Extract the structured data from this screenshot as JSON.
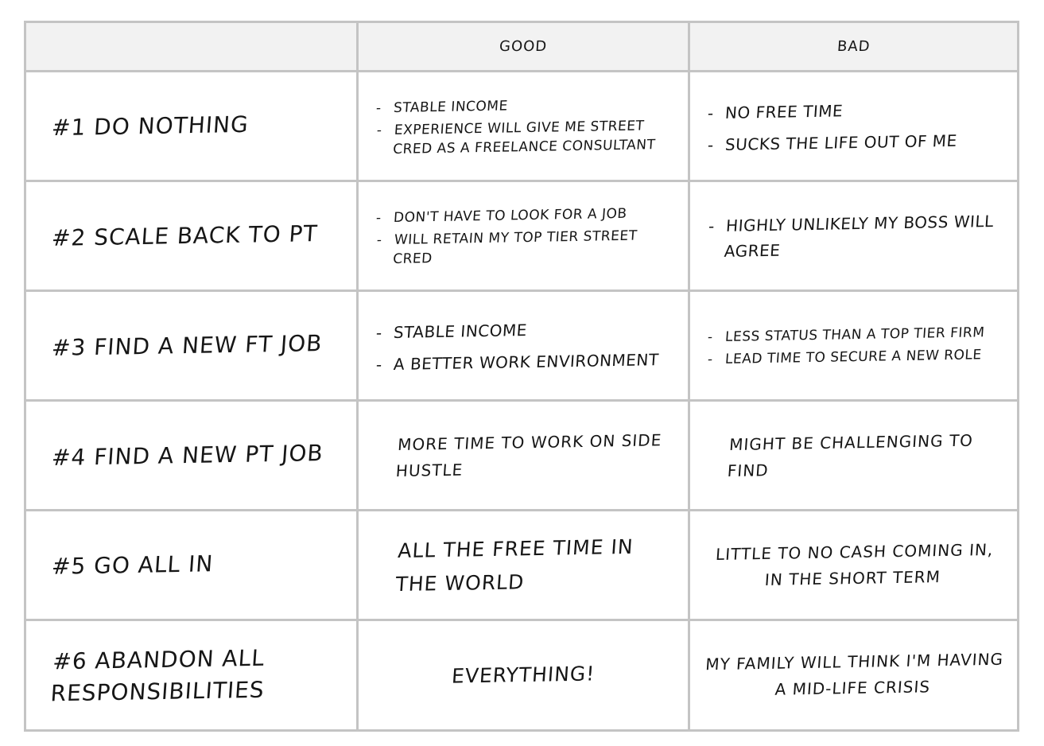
{
  "header": {
    "corner": "",
    "good": "GOOD",
    "bad": "BAD"
  },
  "rows": [
    {
      "option": "#1   DO NOTHING",
      "good": [
        "STABLE INCOME",
        "EXPERIENCE WILL GIVE ME STREET CRED AS A FREELANCE CONSULTANT"
      ],
      "bad": [
        "NO FREE TIME",
        "SUCKS THE LIFE OUT OF ME"
      ]
    },
    {
      "option": "#2  SCALE BACK TO PT",
      "good": [
        "DON'T HAVE TO LOOK FOR A JOB",
        "WILL RETAIN MY TOP TIER STREET CRED"
      ],
      "bad": [
        "HIGHLY UNLIKELY MY BOSS WILL AGREE"
      ]
    },
    {
      "option": "#3  FIND A NEW FT JOB",
      "good": [
        "STABLE INCOME",
        "A BETTER WORK ENVIRONMENT"
      ],
      "bad": [
        "LESS STATUS THAN A TOP TIER FIRM",
        "LEAD TIME TO SECURE A NEW ROLE"
      ]
    },
    {
      "option": "#4 FIND A NEW PT JOB",
      "good_text": "MORE TIME TO WORK ON SIDE HUSTLE",
      "bad_text": "MIGHT BE CHALLENGING TO FIND"
    },
    {
      "option": "#5   GO ALL IN",
      "good_text": "ALL THE FREE TIME IN THE WORLD",
      "bad_text": "LITTLE TO NO CASH COMING IN, IN THE SHORT TERM"
    },
    {
      "option": "#6  ABANDON ALL RESPONSIBILITIES",
      "good_text": "EVERYTHING!",
      "bad_text": "MY FAMILY WILL THINK I'M HAVING A MID-LIFE CRISIS"
    }
  ]
}
